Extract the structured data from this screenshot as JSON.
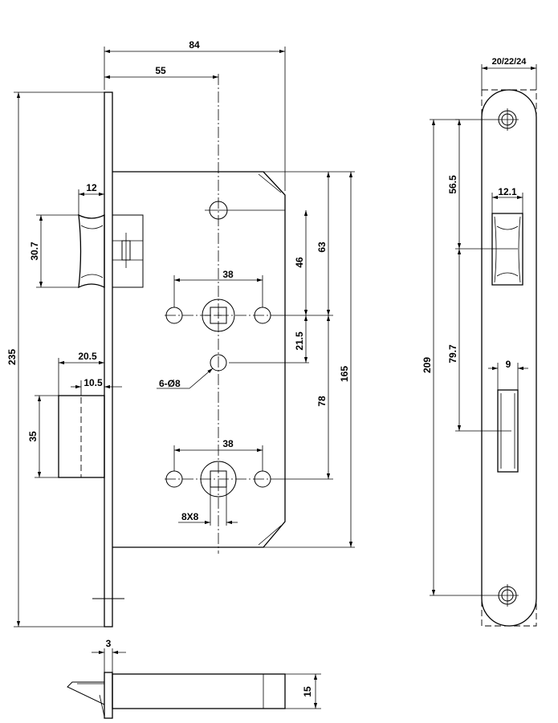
{
  "front_view": {
    "dim_84": "84",
    "dim_55": "55",
    "dim_235": "235",
    "dim_12": "12",
    "dim_30_7": "30.7",
    "dim_20_5": "20.5",
    "dim_10_5": "10.5",
    "dim_35": "35",
    "dim_38_top": "38",
    "dim_38_bottom": "38",
    "dim_46": "46",
    "dim_63": "63",
    "dim_21_5": "21.5",
    "dim_165": "165",
    "dim_78": "78",
    "note_holes": "6-Ø8",
    "note_square": "8X8"
  },
  "bottom_view": {
    "dim_3": "3",
    "dim_15": "15"
  },
  "faceplate_view": {
    "dim_width": "20/22/24",
    "dim_56_5": "56.5",
    "dim_12_1": "12.1",
    "dim_209": "209",
    "dim_79_7": "79.7",
    "dim_9": "9"
  }
}
